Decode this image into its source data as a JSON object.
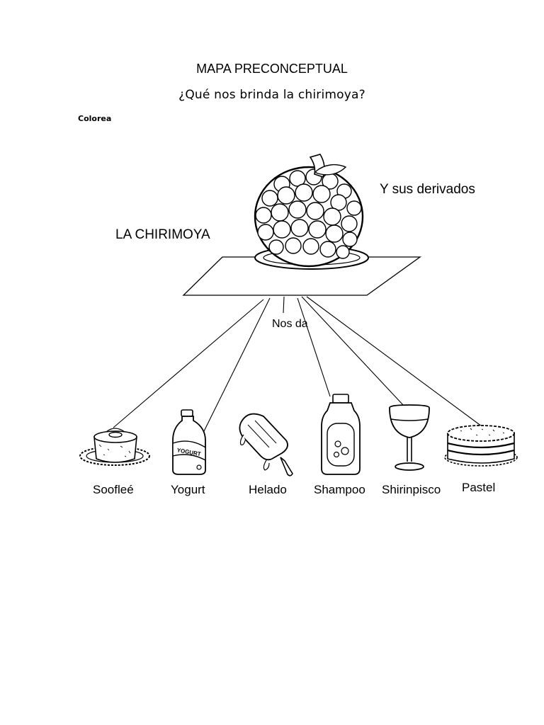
{
  "header": {
    "title": "MAPA PRECONCEPTUAL",
    "question": "¿Qué nos brinda la chirimoya?",
    "instruction": "Colorea"
  },
  "central_node": {
    "label": "LA CHIRIMOYA",
    "icon": "cherimoya-fruit-icon"
  },
  "side_note": "Y sus derivados",
  "link_label": "Nos da",
  "products": [
    {
      "label": "Soofleé",
      "icon": "souffle-icon"
    },
    {
      "label": "Yogurt",
      "icon": "yogurt-bottle-icon"
    },
    {
      "label": "Helado",
      "icon": "ice-cream-icon"
    },
    {
      "label": "Shampoo",
      "icon": "shampoo-bottle-icon"
    },
    {
      "label": "Shirinpisco",
      "icon": "wine-glass-icon"
    },
    {
      "label": "Pastel",
      "icon": "cake-icon"
    }
  ],
  "bottle_text": "YOGURT",
  "colors": {
    "ink": "#000000",
    "paper": "#ffffff"
  }
}
